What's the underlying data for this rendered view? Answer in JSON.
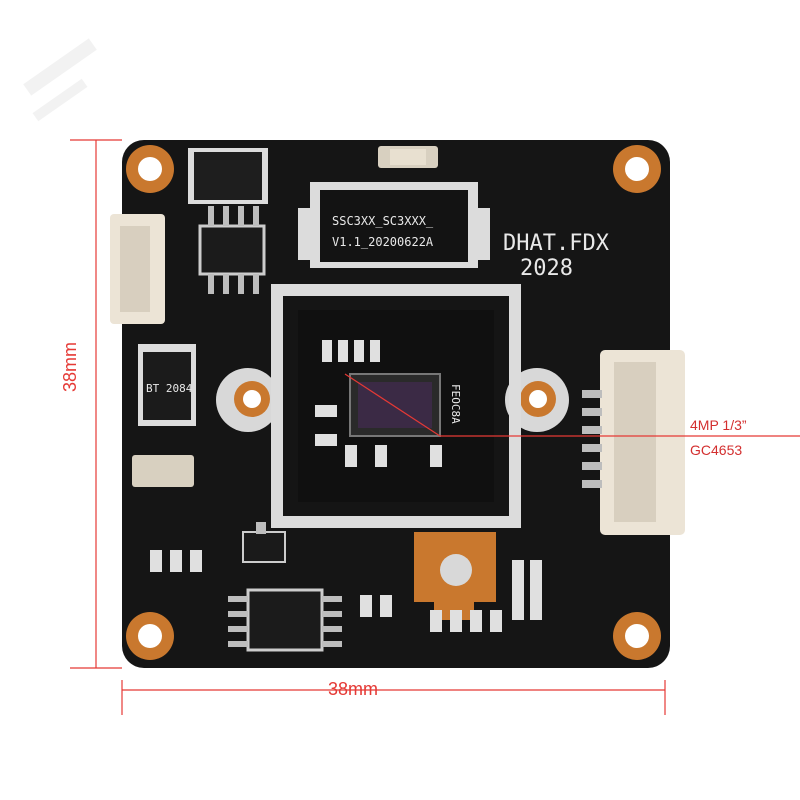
{
  "dimensions": {
    "width_label": "38mm",
    "height_label": "38mm"
  },
  "callout": {
    "line1": "4MP 1/3”",
    "line2": "GC4653"
  },
  "board": {
    "silk_main": "SSC3XX_SC3XXX_",
    "silk_version": "V1.1_20200622A",
    "brand": "DHAT.FDX",
    "year": "2028",
    "sensor_mark": "FEOC8A",
    "chip_mark": "BT 2084"
  },
  "colors": {
    "board": "#141414",
    "pad": "#c9782e",
    "silk": "#f2f2f2",
    "dimension": "#e53935"
  }
}
